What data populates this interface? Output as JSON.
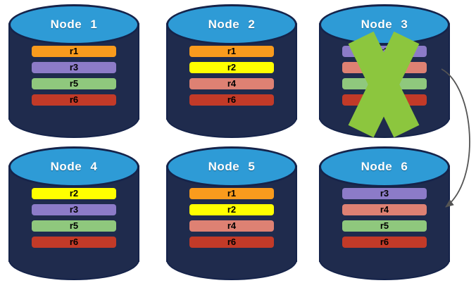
{
  "colors": {
    "background": "#FFFFFF",
    "cylinder_body": "#1F2B4D",
    "cylinder_top": "#2E9BD6",
    "cylinder_outline": "#15234A",
    "node_title_text": "#FFFFFF",
    "bar_text": "#000000",
    "failure_x": "#8CC63E",
    "arrow": "#545454"
  },
  "replica_colors": {
    "r1": "#F99B1D",
    "r2": "#FFFF00",
    "r3": "#8C7BC8",
    "r4": "#DE8173",
    "r5": "#8FC87D",
    "r6": "#C23A28"
  },
  "nodes": [
    {
      "title": "Node 1",
      "failed": false,
      "replicas": [
        {
          "label": "r1",
          "color": "#F99B1D"
        },
        {
          "label": "r3",
          "color": "#8C7BC8"
        },
        {
          "label": "r5",
          "color": "#8FC87D"
        },
        {
          "label": "r6",
          "color": "#C23A28"
        }
      ]
    },
    {
      "title": "Node 2",
      "failed": false,
      "replicas": [
        {
          "label": "r1",
          "color": "#F99B1D"
        },
        {
          "label": "r2",
          "color": "#FFFF00"
        },
        {
          "label": "r4",
          "color": "#DE8173"
        },
        {
          "label": "r6",
          "color": "#C23A28"
        }
      ]
    },
    {
      "title": "Node 3",
      "failed": true,
      "replicas": [
        {
          "label": "r3",
          "color": "#8C7BC8"
        },
        {
          "label": "r4",
          "color": "#DE8173"
        },
        {
          "label": "r5",
          "color": "#8FC87D"
        },
        {
          "label": "r6",
          "color": "#C23A28"
        }
      ]
    },
    {
      "title": "Node 4",
      "failed": false,
      "replicas": [
        {
          "label": "r2",
          "color": "#FFFF00"
        },
        {
          "label": "r3",
          "color": "#8C7BC8"
        },
        {
          "label": "r5",
          "color": "#8FC87D"
        },
        {
          "label": "r6",
          "color": "#C23A28"
        }
      ]
    },
    {
      "title": "Node 5",
      "failed": false,
      "replicas": [
        {
          "label": "r1",
          "color": "#F99B1D"
        },
        {
          "label": "r2",
          "color": "#FFFF00"
        },
        {
          "label": "r4",
          "color": "#DE8173"
        },
        {
          "label": "r6",
          "color": "#C23A28"
        }
      ]
    },
    {
      "title": "Node 6",
      "failed": false,
      "replicas": [
        {
          "label": "r3",
          "color": "#8C7BC8"
        },
        {
          "label": "r4",
          "color": "#DE8173"
        },
        {
          "label": "r5",
          "color": "#8FC87D"
        },
        {
          "label": "r6",
          "color": "#C23A28"
        }
      ]
    }
  ],
  "arrow": {
    "from": "Node 3",
    "to": "Node 6"
  }
}
